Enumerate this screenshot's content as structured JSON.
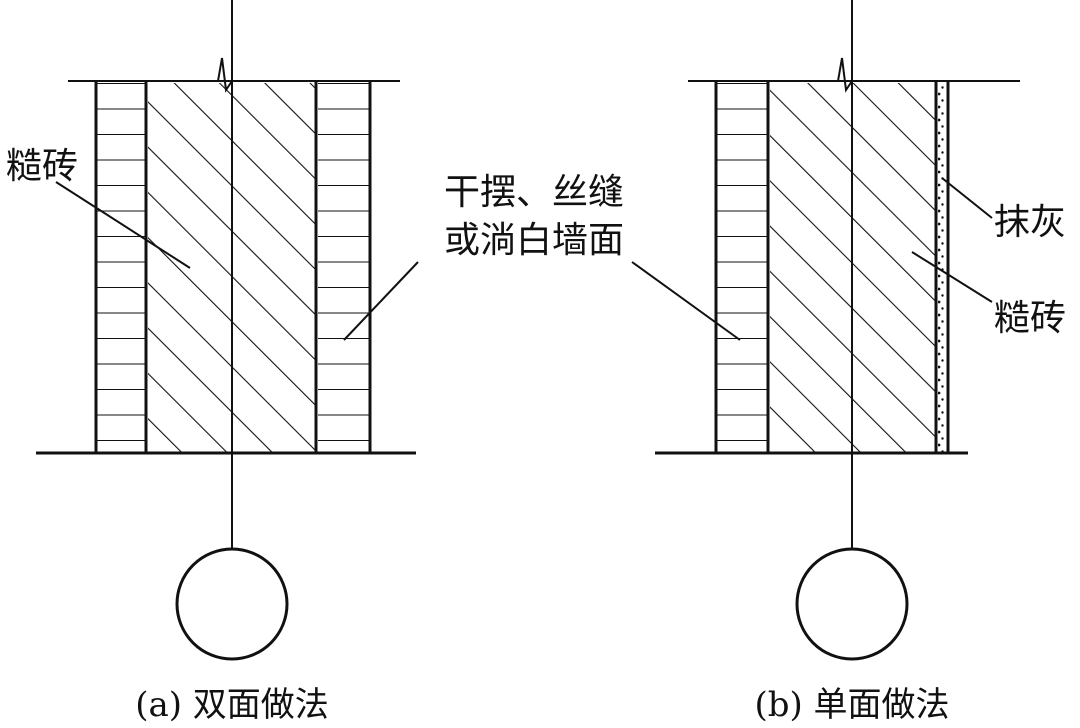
{
  "figures": [
    {
      "id": "double",
      "caption": "(a) 双面做法",
      "labels": {
        "left_material": "糙砖",
        "facing": "干摆、丝缝",
        "facing_line2": "或淌白墙面"
      }
    },
    {
      "id": "single",
      "caption": "(b) 单面做法",
      "labels": {
        "plaster": "抹灰",
        "right_material": "糙砖"
      }
    }
  ],
  "colors": {
    "ink": "#111111",
    "background": "#ffffff"
  }
}
